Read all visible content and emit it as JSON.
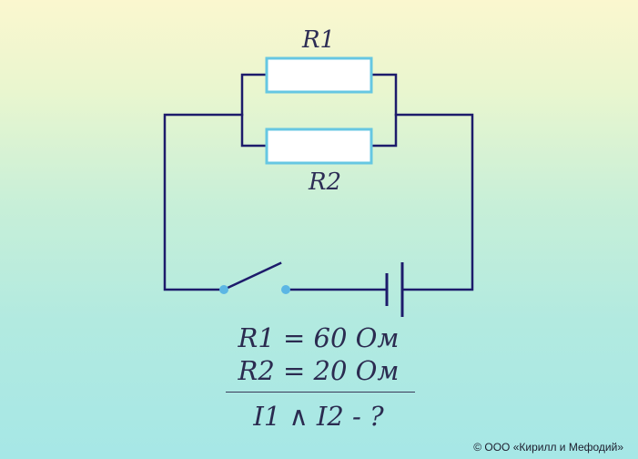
{
  "diagram": {
    "labels": {
      "r1": "R1",
      "r2": "R2"
    },
    "given": {
      "line1": "R1 = 60 Ом",
      "line2": "R2 = 20 Ом",
      "question": "I1 ∧ I2 - ?"
    },
    "colors": {
      "wire": "#1d1b6b",
      "resistor_border": "#66c7e2",
      "switch_node": "#5cb6e4"
    }
  },
  "footer": {
    "copyright": "© ООО «Кирилл и Мефодий»"
  }
}
